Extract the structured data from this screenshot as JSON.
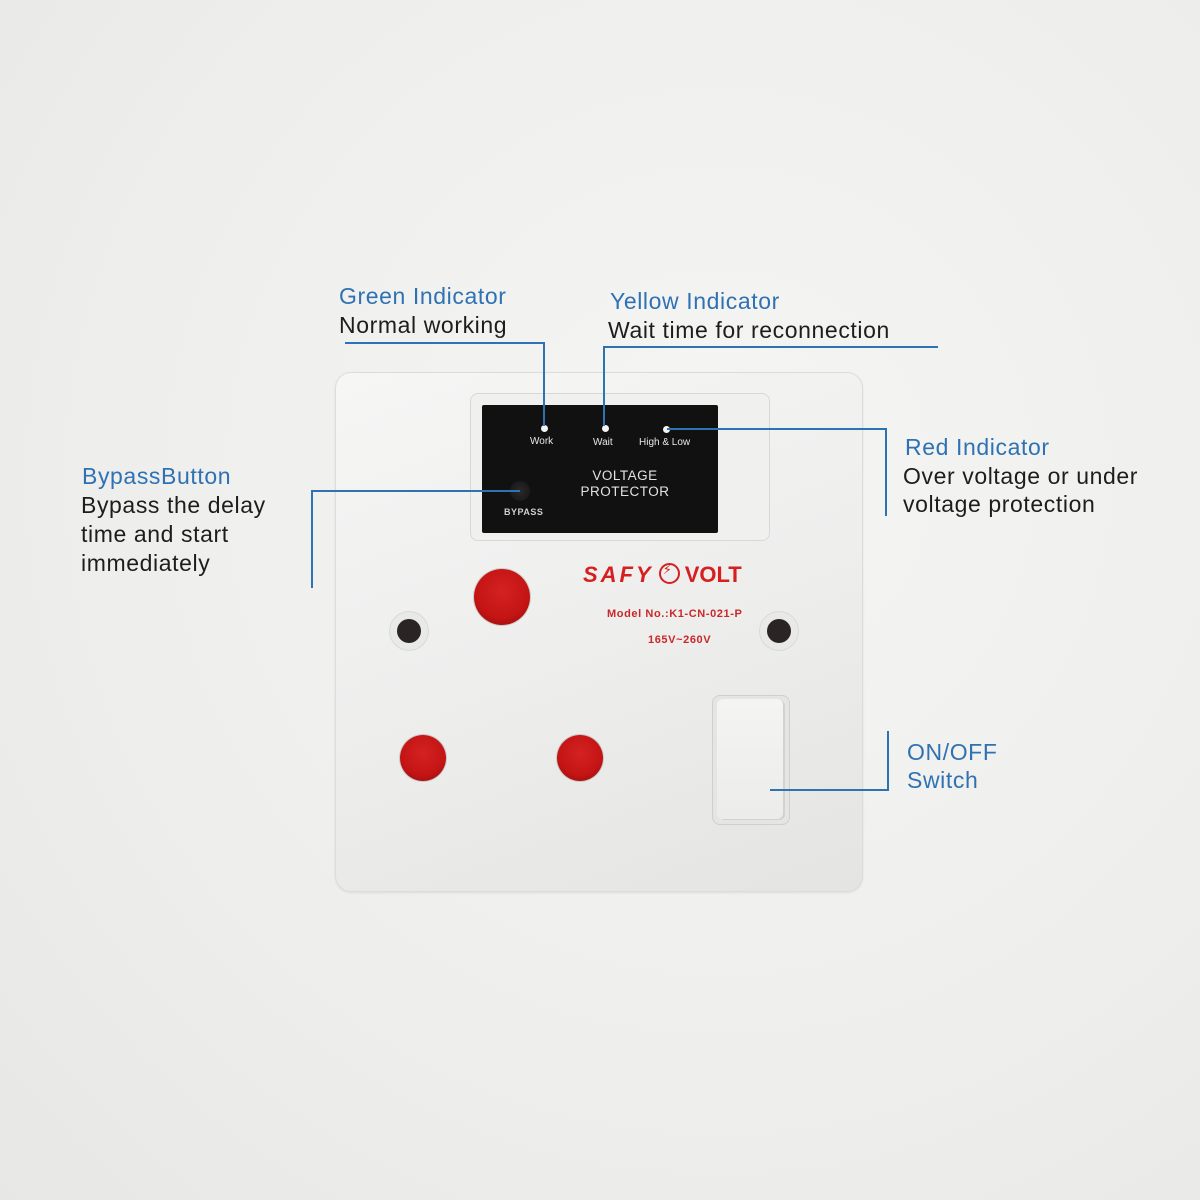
{
  "callouts": {
    "green": {
      "title": "Green Indicator",
      "desc": "Normal working"
    },
    "yellow": {
      "title": "Yellow Indicator",
      "desc": "Wait time for reconnection"
    },
    "red": {
      "title": "Red Indicator",
      "desc_line1": "Over voltage or under",
      "desc_line2": "voltage protection"
    },
    "bypass": {
      "title": "BypassButton",
      "desc_line1": "Bypass the delay",
      "desc_line2": "time and start",
      "desc_line3": "immediately"
    },
    "switch": {
      "title_line1": "ON/OFF",
      "title_line2": "Switch"
    }
  },
  "device": {
    "panel": {
      "leds": [
        {
          "label": "Work",
          "color": "green"
        },
        {
          "label": "Wait",
          "color": "yellow"
        },
        {
          "label": "High & Low",
          "color": "red"
        }
      ],
      "name_line1": "VOLTAGE",
      "name_line2": "PROTECTOR",
      "bypass_label": "BYPASS"
    },
    "brand": {
      "left": "SAFY",
      "right": "VOLT"
    },
    "model": "Model No.:K1-CN-021-P",
    "voltage_range": "165V~260V"
  },
  "colors": {
    "accent": "#2f72b4",
    "brand_red": "#d62020",
    "pin_red": "#c41414",
    "panel": "#111111"
  }
}
